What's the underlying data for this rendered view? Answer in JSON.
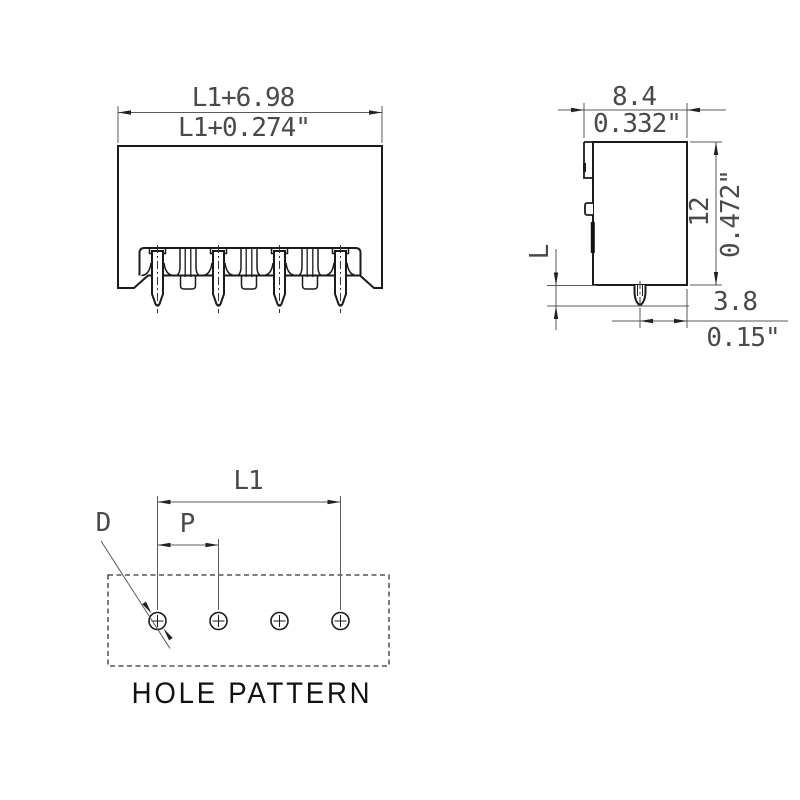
{
  "labels": {
    "front_width_mm": "L1+6.98",
    "front_width_in": "L1+0.274\"",
    "side_depth_mm": "8.4",
    "side_depth_in": "0.332\"",
    "side_height_mm": "12",
    "side_height_in": "0.472\"",
    "pin_length": "L",
    "pin_offset_mm": "3.8",
    "pin_offset_in": "0.15\"",
    "hp_length": "L1",
    "hp_pitch": "P",
    "hp_diameter": "D",
    "hp_title": "HOLE PATTERN"
  },
  "counts": {
    "pins": 4,
    "holes": 4
  },
  "colors": {
    "outline": "#1b1b1b",
    "dimension_line": "#5a5a5a",
    "arrow": "#222222",
    "dim_text": "#4a4a4a",
    "background": "#ffffff"
  }
}
